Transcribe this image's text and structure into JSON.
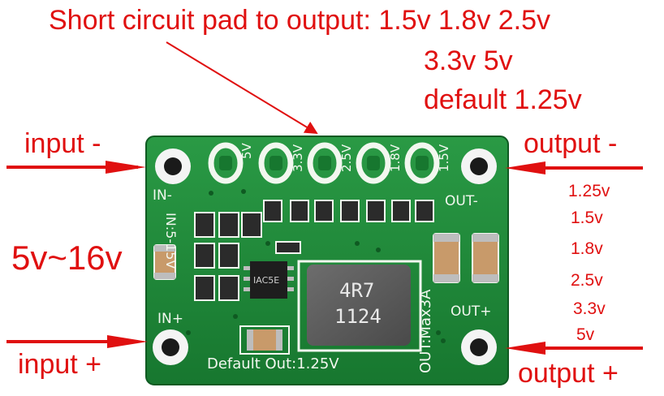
{
  "annotations": {
    "heading_line1": "Short circuit pad to output: 1.5v 1.8v 2.5v",
    "heading_line2": "3.3v 5v",
    "heading_line3": "default 1.25v",
    "input_minus": "input -",
    "input_plus": "input +",
    "output_minus": "output -",
    "output_plus": "output +",
    "voltage_range": "5v~16v",
    "output_options": [
      "1.25v",
      "1.5v",
      "1.8v",
      "2.5v",
      "3.3v",
      "5v"
    ]
  },
  "board": {
    "pad_labels": [
      "5V",
      "3.3V",
      "2.5V",
      "1.8V",
      "1.5V"
    ],
    "in_minus": "IN-",
    "in_plus": "IN+",
    "in_range": "IN:5-15V",
    "out_minus": "OUT-",
    "out_plus": "OUT+",
    "out_max": "OUT:Max3A",
    "default_out": "Default Out:1.25V",
    "inductor_line1": "4R7",
    "inductor_line2": "1124",
    "ic_marking": "IAC5E"
  },
  "colors": {
    "annotation": "#e01010",
    "pcb": "#1f8a3a",
    "pcb_dark": "#15692a",
    "silkscreen": "#f2f7ef",
    "inductor": "#5f5f5f"
  }
}
